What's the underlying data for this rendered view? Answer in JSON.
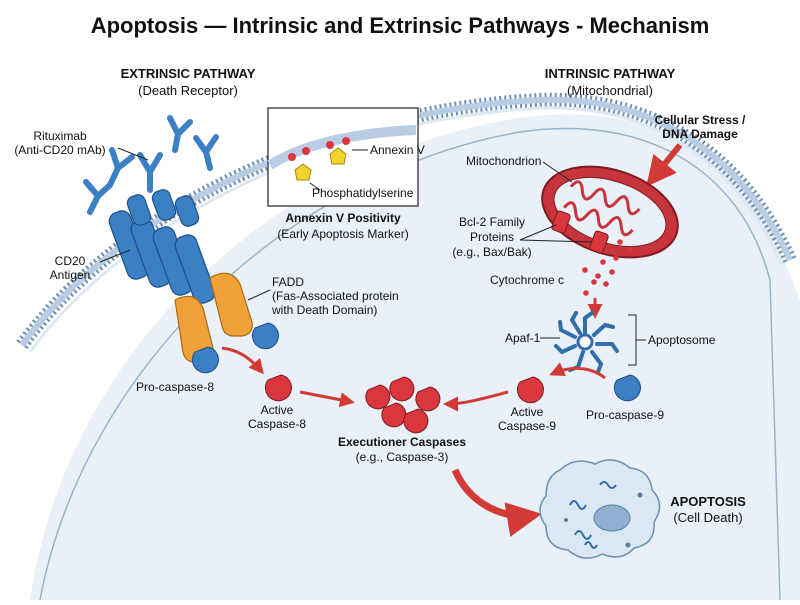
{
  "title": "Apoptosis — Intrinsic and Extrinsic Pathways - Mechanism",
  "extrinsic": {
    "heading": "EXTRINSIC PATHWAY",
    "subheading": "(Death Receptor)"
  },
  "intrinsic": {
    "heading": "INTRINSIC PATHWAY",
    "subheading": "(Mitochondrial)"
  },
  "rituximab": {
    "line1": "Rituximab",
    "line2": "(Anti-CD20 mAb)"
  },
  "cd20": {
    "line1": "CD20",
    "line2": "Antigen"
  },
  "annexin": {
    "annexin_v": "Annexin V",
    "phosphatidylserine": "Phosphatidylserine",
    "positivity": "Annexin V Positivity",
    "marker": "(Early Apoptosis Marker)"
  },
  "fadd": {
    "line1": "FADD",
    "line2": "(Fas-Associated protein",
    "line3": "with Death Domain)"
  },
  "stress": {
    "line1": "Cellular Stress /",
    "line2": "DNA Damage"
  },
  "mitochondrion": "Mitochondrion",
  "bcl2": {
    "line1": "Bcl-2 Family",
    "line2": "Proteins",
    "line3": "(e.g., Bax/Bak)"
  },
  "cytochrome": "Cytochrome c",
  "apaf": "Apaf-1",
  "apoptosome": "Apoptosome",
  "procasp8": "Pro-caspase-8",
  "activecasp8": {
    "line1": "Active",
    "line2": "Caspase-8"
  },
  "procasp9": "Pro-caspase-9",
  "activecasp9": {
    "line1": "Active",
    "line2": "Caspase-9"
  },
  "executioner": {
    "line1": "Executioner Caspases",
    "line2": "(e.g., Caspase-3)"
  },
  "apoptosis": {
    "line1": "APOPTOSIS",
    "line2": "(Cell Death)"
  },
  "colors": {
    "receptor_blue": "#3b7fc4",
    "fadd_orange": "#f0a238",
    "caspase_red": "#d9363e",
    "mito_red": "#c8343c",
    "ps_yellow": "#f2d22e",
    "cell_fill": "#e9f0f7",
    "arrow_red": "#d23a36"
  }
}
